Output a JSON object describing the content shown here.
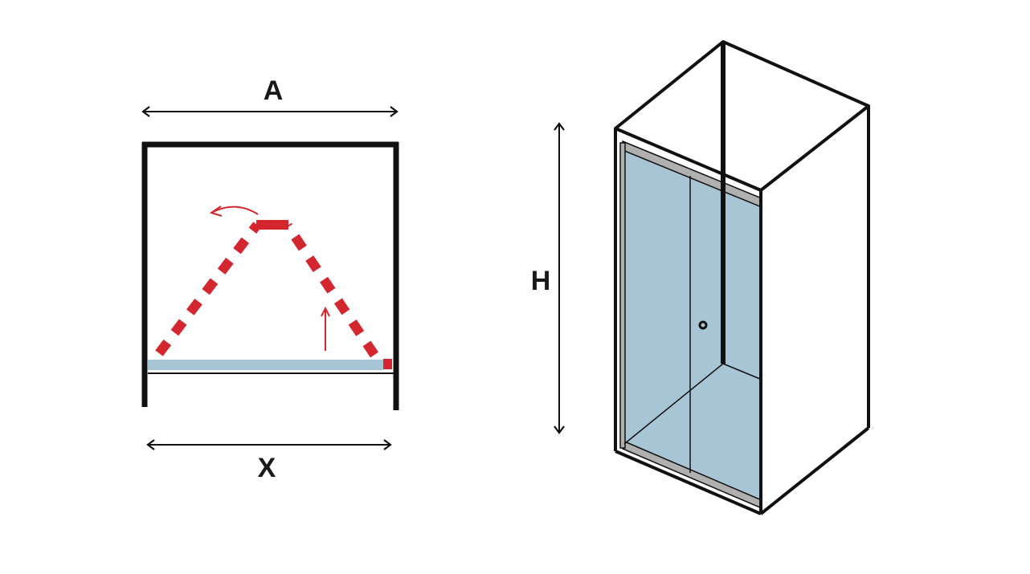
{
  "labels": {
    "width_top": "A",
    "width_bottom": "X",
    "height": "H"
  },
  "colors": {
    "wall": "#111111",
    "door_path": "#d4262e",
    "glass": "#a8c5d6",
    "frame": "#b0b0b0",
    "arrow": "#111111"
  }
}
